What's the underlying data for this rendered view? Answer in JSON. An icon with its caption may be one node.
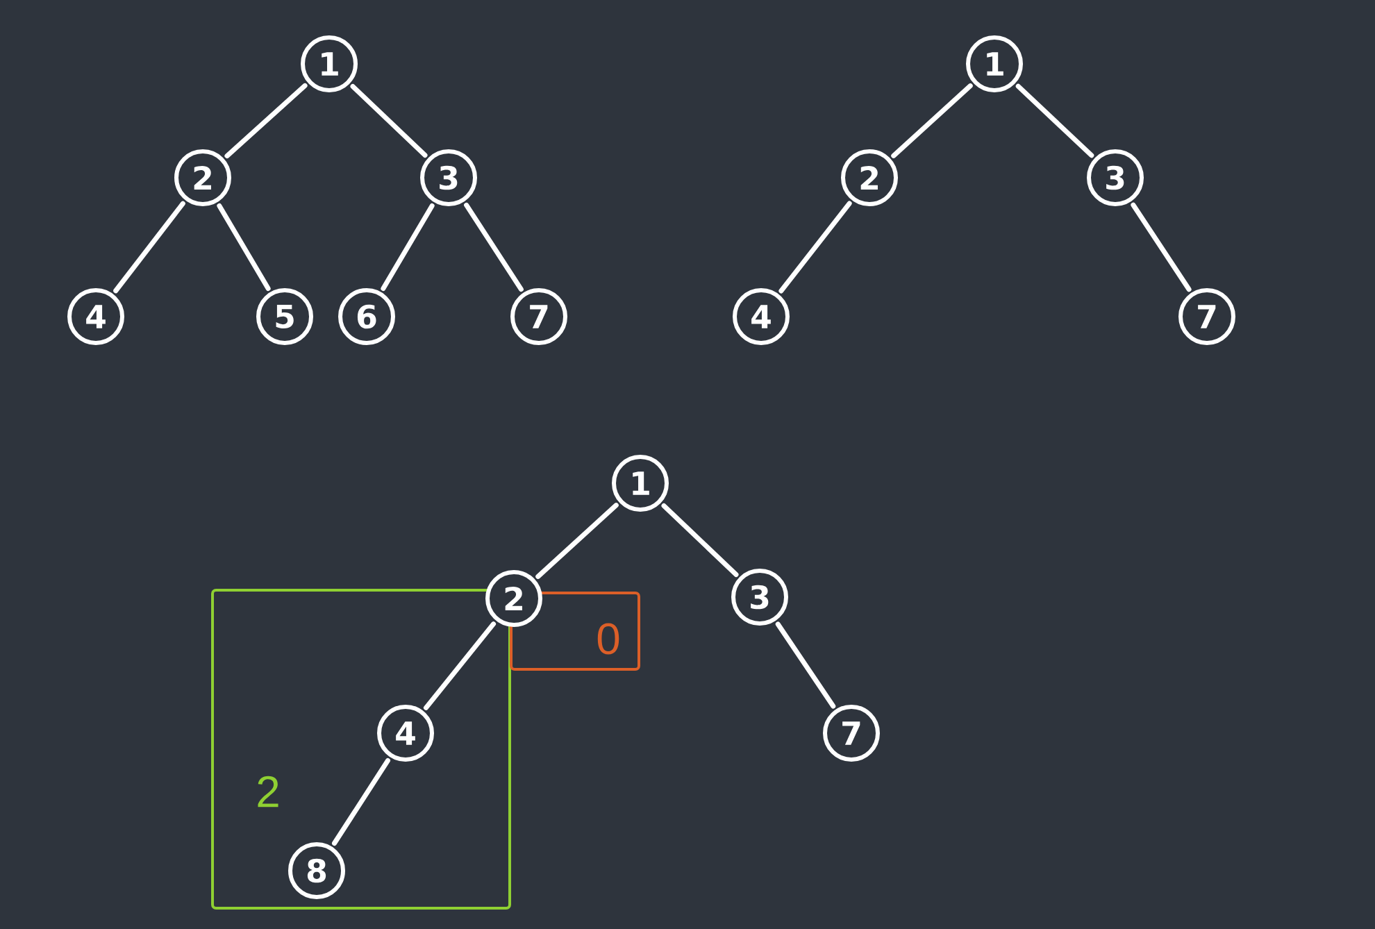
{
  "diagram": {
    "nodes": [
      {
        "text": [
          "1"
        ]
      },
      {
        "text": [
          "2"
        ]
      },
      {
        "text": [
          "3"
        ]
      },
      {
        "text": [
          "4"
        ]
      },
      {
        "text": [
          "5"
        ]
      },
      {
        "text": [
          "6"
        ]
      },
      {
        "text": [
          "7"
        ]
      },
      {
        "text": [
          "1"
        ]
      },
      {
        "text": [
          "2"
        ]
      },
      {
        "text": [
          "3"
        ]
      },
      {
        "text": [
          "4"
        ]
      },
      {
        "text": [
          "7"
        ]
      },
      {
        "text": [
          "1"
        ]
      },
      {
        "text": [
          "2"
        ]
      },
      {
        "text": [
          "3"
        ]
      },
      {
        "text": [
          "2"
        ]
      },
      {
        "text": [
          "0"
        ]
      },
      {
        "text": [
          "4"
        ],
        "in": 15
      },
      {
        "text": [
          "7"
        ]
      },
      {
        "text": [
          "8"
        ],
        "in": 15
      }
    ],
    "edges": [
      {
        "from": 0,
        "to": 1,
        "arrow": "none"
      },
      {
        "from": 0,
        "to": 2,
        "arrow": "none"
      },
      {
        "from": 1,
        "to": 3,
        "arrow": "none"
      },
      {
        "from": 1,
        "to": 4,
        "arrow": "none"
      },
      {
        "from": 2,
        "to": 5,
        "arrow": "none"
      },
      {
        "from": 2,
        "to": 6,
        "arrow": "none"
      },
      {
        "from": 7,
        "to": 8,
        "arrow": "none"
      },
      {
        "from": 7,
        "to": 9,
        "arrow": "none"
      },
      {
        "from": 8,
        "to": 10,
        "arrow": "none"
      },
      {
        "from": 9,
        "to": 11,
        "arrow": "none"
      },
      {
        "from": 12,
        "to": 13,
        "arrow": "none"
      },
      {
        "from": 12,
        "to": 14,
        "arrow": "none"
      },
      {
        "from": 13,
        "to": 17,
        "arrow": "none"
      },
      {
        "from": 14,
        "to": 18,
        "arrow": "none"
      },
      {
        "from": 17,
        "to": 19,
        "arrow": "none"
      }
    ]
  }
}
